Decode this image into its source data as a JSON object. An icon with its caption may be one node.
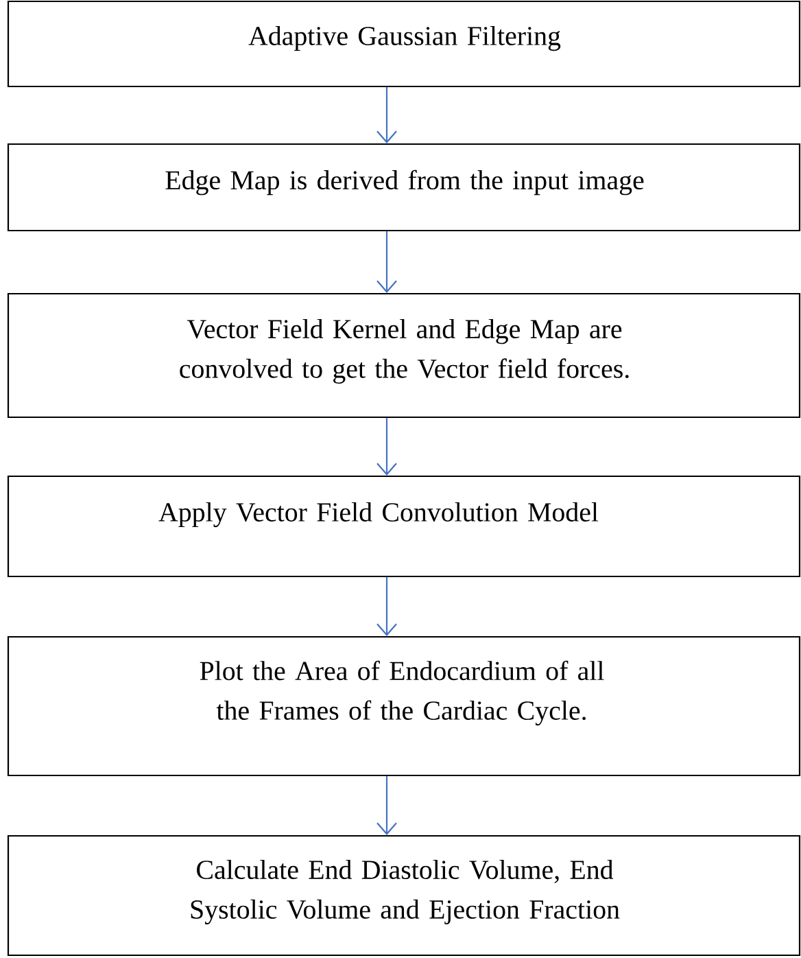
{
  "diagram": {
    "nodes": [
      {
        "text": [
          "Adaptive Gaussian Filtering"
        ]
      },
      {
        "text": [
          "Edge Map is derived from the input image"
        ]
      },
      {
        "text": [
          "Vector Field Kernel and Edge Map are convolved to get the Vector field forces."
        ]
      },
      {
        "text": [
          "Apply Vector Field Convolution Model"
        ]
      },
      {
        "text": [
          "Plot the Area of Endocardium of all the Frames of the Cardiac Cycle."
        ]
      },
      {
        "text": [
          "Calculate End Diastolic Volume, End Systolic Volume and Ejection Fraction"
        ]
      }
    ],
    "edges": [
      {
        "from": 0,
        "to": 1,
        "arrow": "to"
      },
      {
        "from": 1,
        "to": 2,
        "arrow": "to"
      },
      {
        "from": 2,
        "to": 3,
        "arrow": "to"
      },
      {
        "from": 3,
        "to": 4,
        "arrow": "to"
      },
      {
        "from": 4,
        "to": 5,
        "arrow": "to"
      }
    ]
  }
}
